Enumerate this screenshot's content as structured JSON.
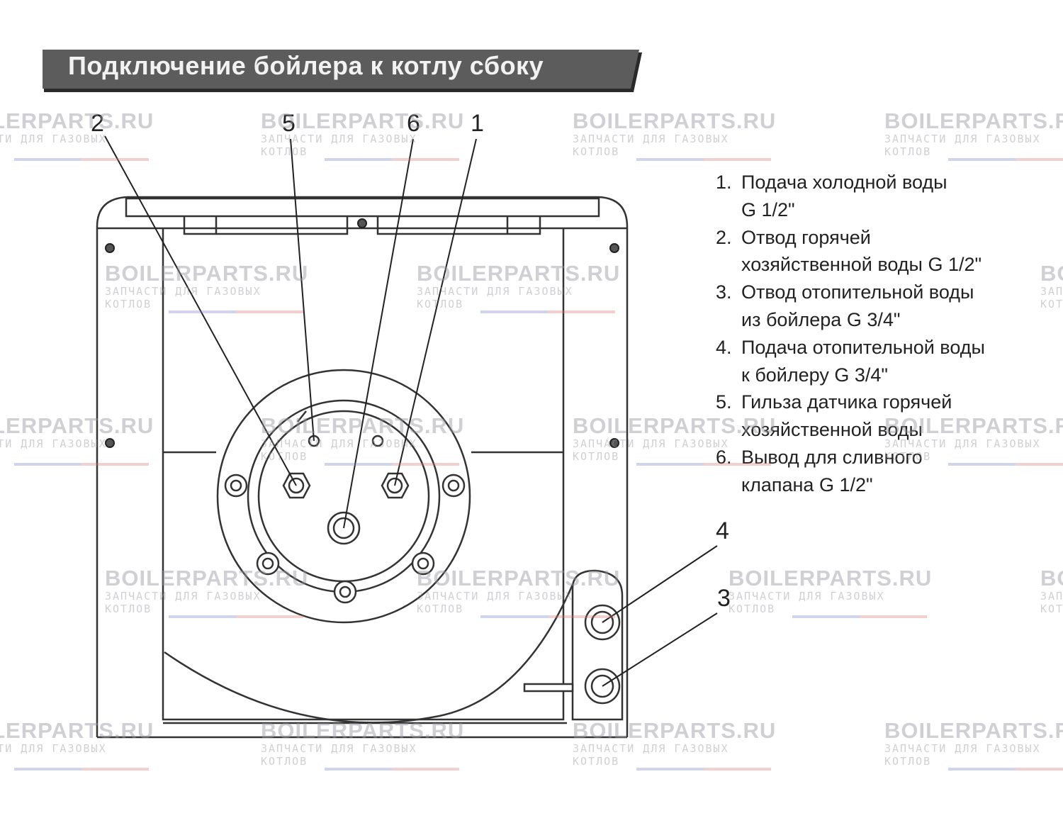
{
  "title": "Подключение бойлера к котлу сбоку",
  "callouts": {
    "c1": "1",
    "c2": "2",
    "c3": "3",
    "c4": "4",
    "c5": "5",
    "c6": "6"
  },
  "legend": [
    {
      "num": "1.",
      "line1": "Подача холодной воды",
      "line2": "G 1/2\""
    },
    {
      "num": "2.",
      "line1": "Отвод горячей",
      "line2": "хозяйственной воды G 1/2\""
    },
    {
      "num": "3.",
      "line1": "Отвод отопительной воды",
      "line2": "из бойлера G 3/4\""
    },
    {
      "num": "4.",
      "line1": "Подача отопительной воды",
      "line2": "к бойлеру G 3/4\""
    },
    {
      "num": "5.",
      "line1": "Гильза датчика горячей",
      "line2": "хозяйственной воды"
    },
    {
      "num": "6.",
      "line1": "Вывод для сливного",
      "line2": "клапана G 1/2\""
    }
  ],
  "watermark": {
    "brand": "BOILERPARTS.RU",
    "tagline": "ЗАПЧАСТИ ДЛЯ ГАЗОВЫХ КОТЛОВ"
  },
  "colors": {
    "title_bg": "#5a5a5a",
    "line": "#333333"
  }
}
